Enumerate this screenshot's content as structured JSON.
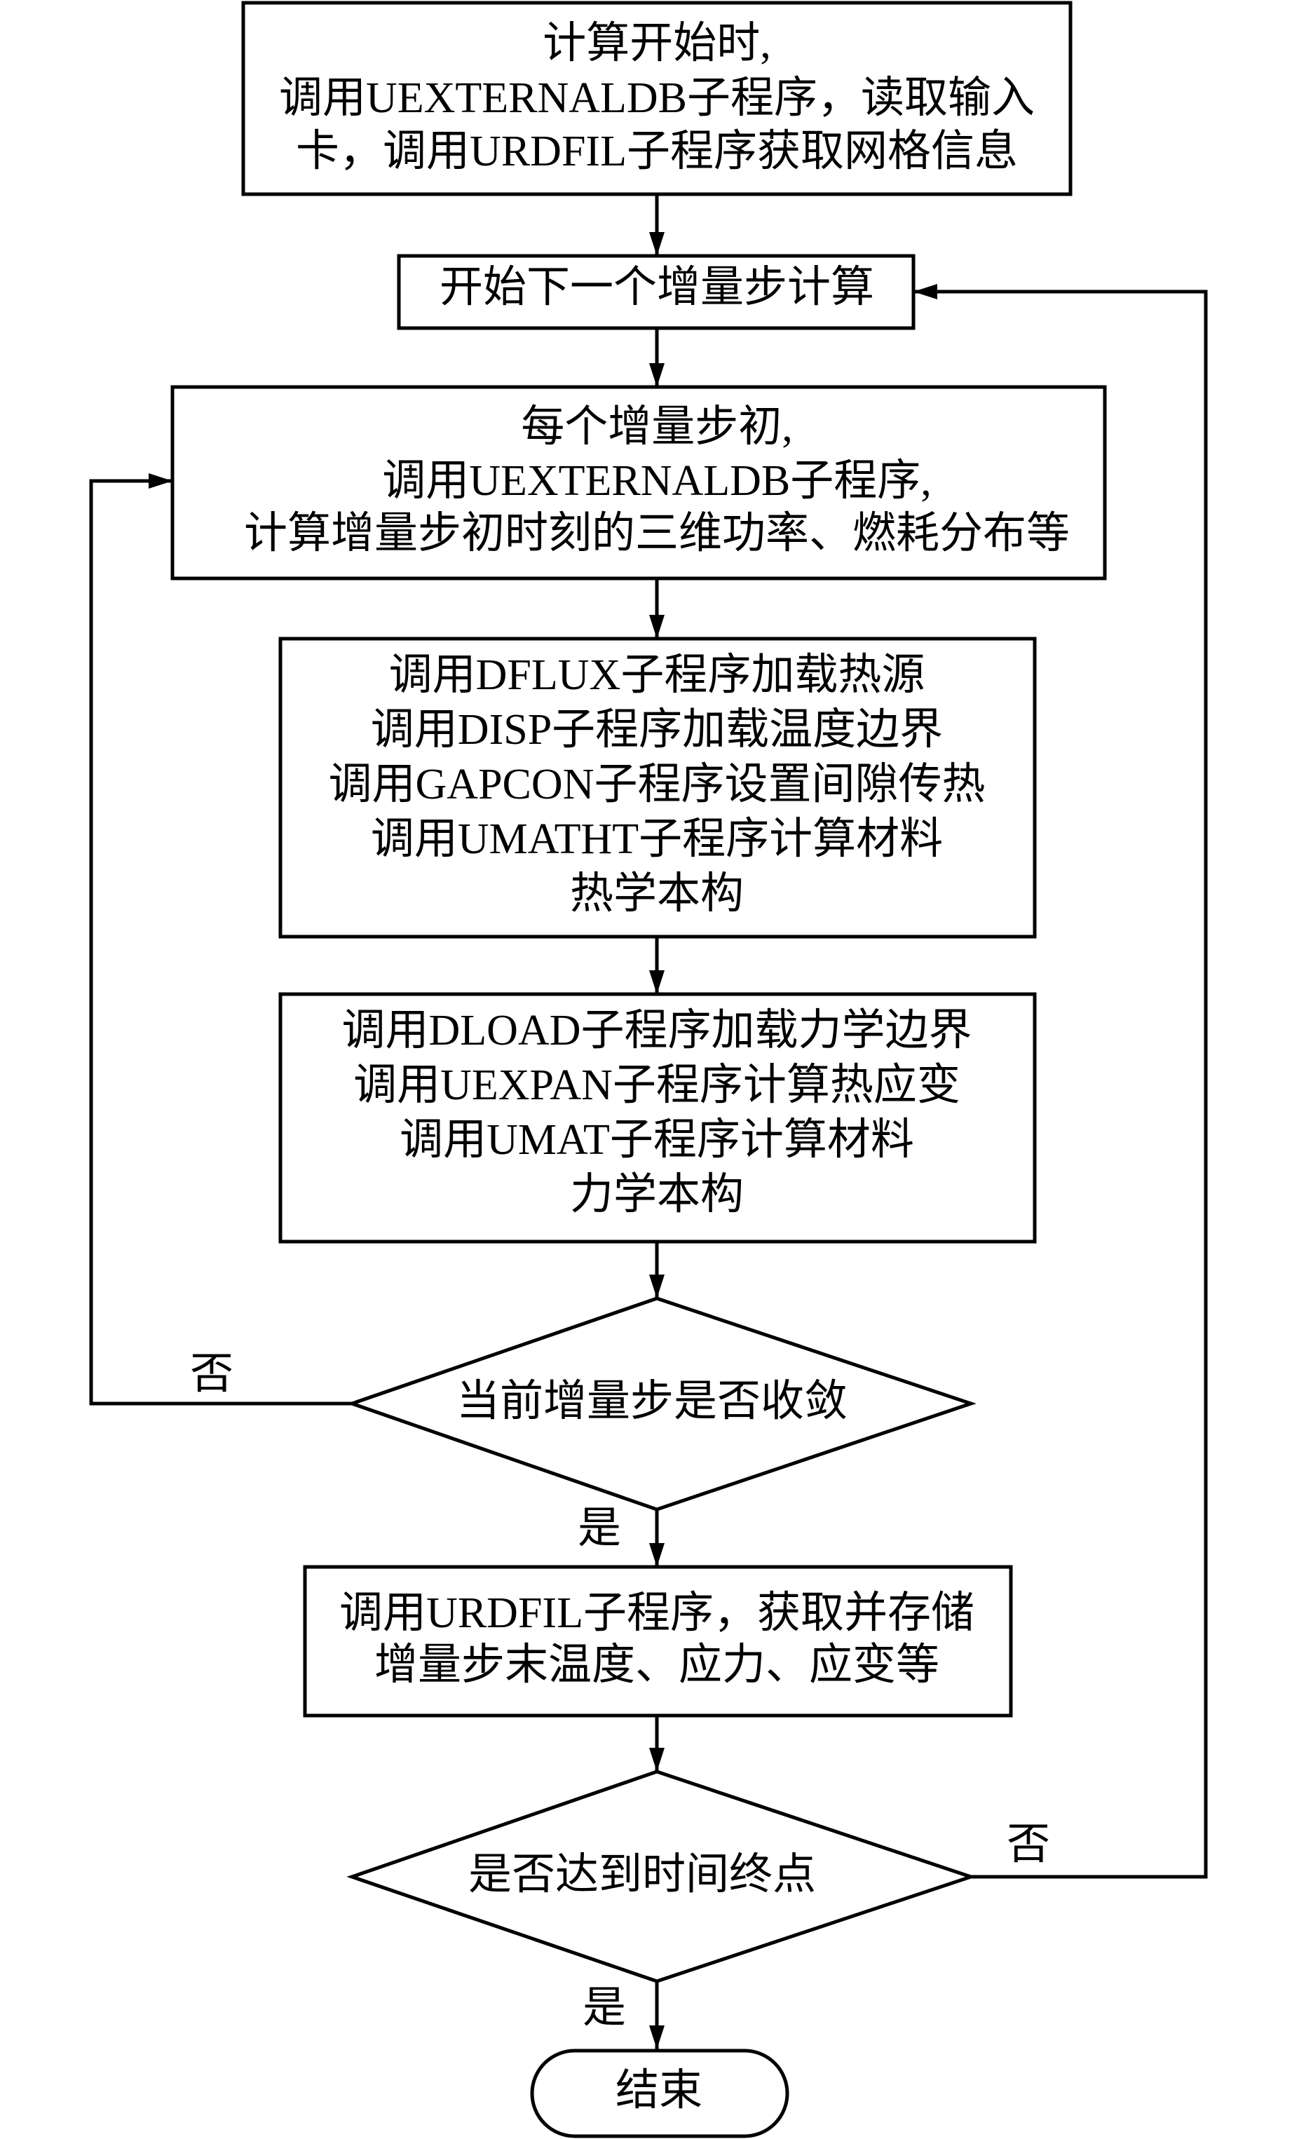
{
  "nodes": {
    "start": {
      "lines": [
        "计算开始时,",
        "调用UEXTERNALDB子程序，读取输入",
        "卡，调用URDFIL子程序获取网格信息"
      ]
    },
    "next_increment": {
      "lines": [
        "开始下一个增量步计算"
      ]
    },
    "increment_start": {
      "lines": [
        "每个增量步初,",
        "调用UEXTERNALDB子程序,",
        "计算增量步初时刻的三维功率、燃耗分布等"
      ]
    },
    "thermal": {
      "lines": [
        "调用DFLUX子程序加载热源",
        "调用DISP子程序加载温度边界",
        "调用GAPCON子程序设置间隙传热",
        "调用UMATHT子程序计算材料",
        "热学本构"
      ]
    },
    "mechanical": {
      "lines": [
        "调用DLOAD子程序加载力学边界",
        "调用UEXPAN子程序计算热应变",
        "调用UMAT子程序计算材料",
        "力学本构"
      ]
    },
    "converged": {
      "lines": [
        "当前增量步是否收敛"
      ]
    },
    "store": {
      "lines": [
        "调用URDFIL子程序，获取并存储",
        "增量步末温度、应力、应变等"
      ]
    },
    "time_end": {
      "lines": [
        "是否达到时间终点"
      ]
    },
    "end": {
      "lines": [
        "结束"
      ]
    }
  },
  "edge_labels": {
    "converged_no": "否",
    "converged_yes": "是",
    "time_no": "否",
    "time_yes": "是"
  }
}
